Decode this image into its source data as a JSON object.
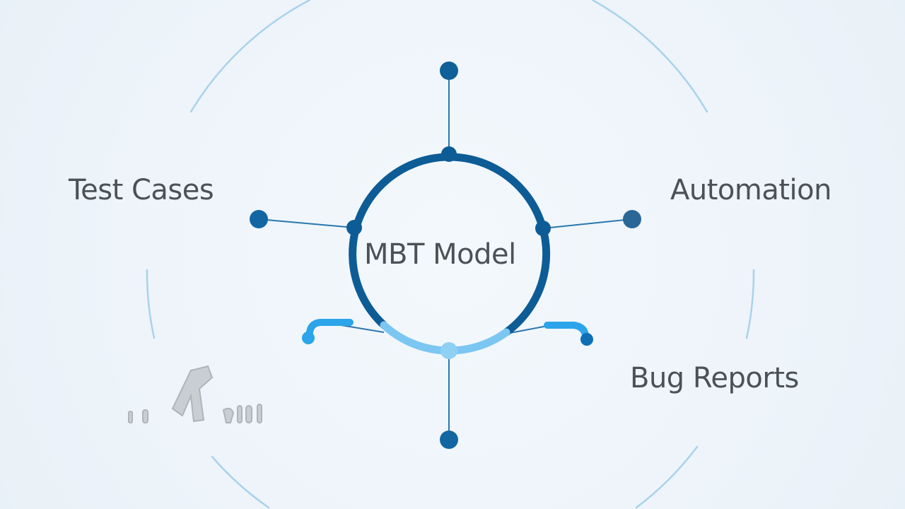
{
  "diagram": {
    "center": {
      "label": "MBT Model"
    },
    "nodes": [
      {
        "id": "test-cases",
        "label": "Test Cases"
      },
      {
        "id": "automation",
        "label": "Automation"
      },
      {
        "id": "bug-reports",
        "label": "Bug Reports"
      }
    ],
    "colors": {
      "ring_dark": "#0d5c96",
      "ring_light": "#7cc6f2",
      "node_dark": "#1267a3",
      "connector": "#2a77ae",
      "accent_light": "#2ca4ea",
      "outer_ring": "#a9d3ea",
      "text": "#4a5157",
      "background": "#eef4fa"
    }
  }
}
